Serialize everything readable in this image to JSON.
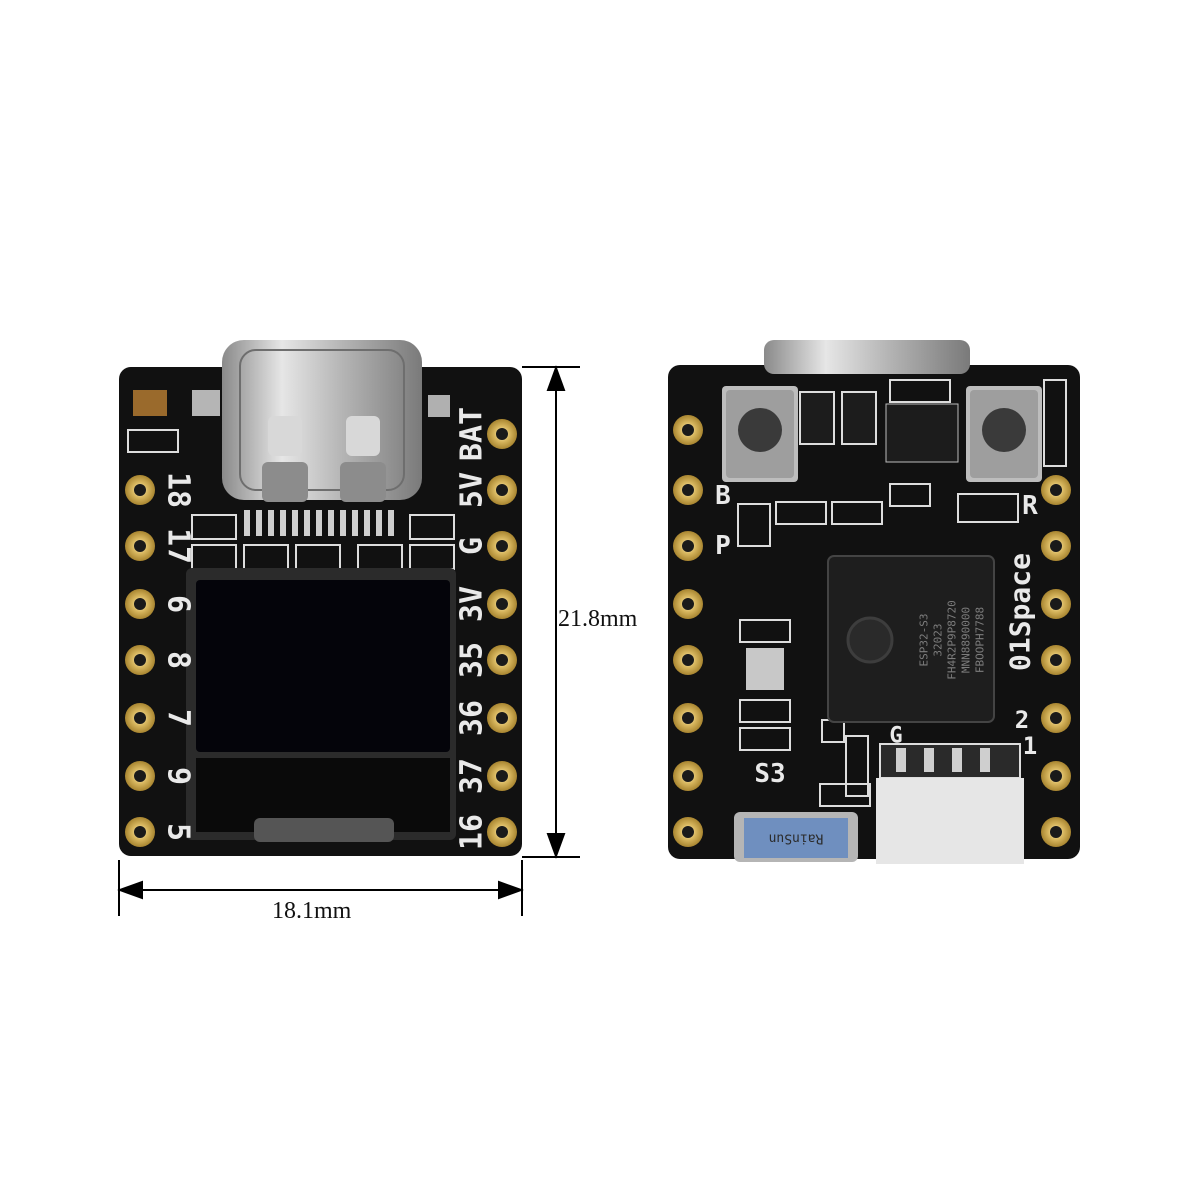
{
  "dimensions": {
    "width_label": "18.1mm",
    "height_label": "21.8mm"
  },
  "front_board": {
    "left_pins": [
      "18",
      "17",
      "6",
      "8",
      "7",
      "9",
      "5"
    ],
    "right_pins": [
      "BAT",
      "5V",
      "G",
      "3V",
      "35",
      "36",
      "37",
      "16"
    ]
  },
  "back_board": {
    "button_b": "B",
    "label_p": "P",
    "label_r": "R",
    "brand": "01Space",
    "label_s3": "S3",
    "label_g": "G",
    "label_2": "2",
    "label_1": "1",
    "chip_lines": [
      "ESP32-S3",
      "32023",
      "FH4R2P9P8720",
      "MNN8890000",
      "FBOOPH7788"
    ],
    "antenna_text": "RainSun"
  }
}
